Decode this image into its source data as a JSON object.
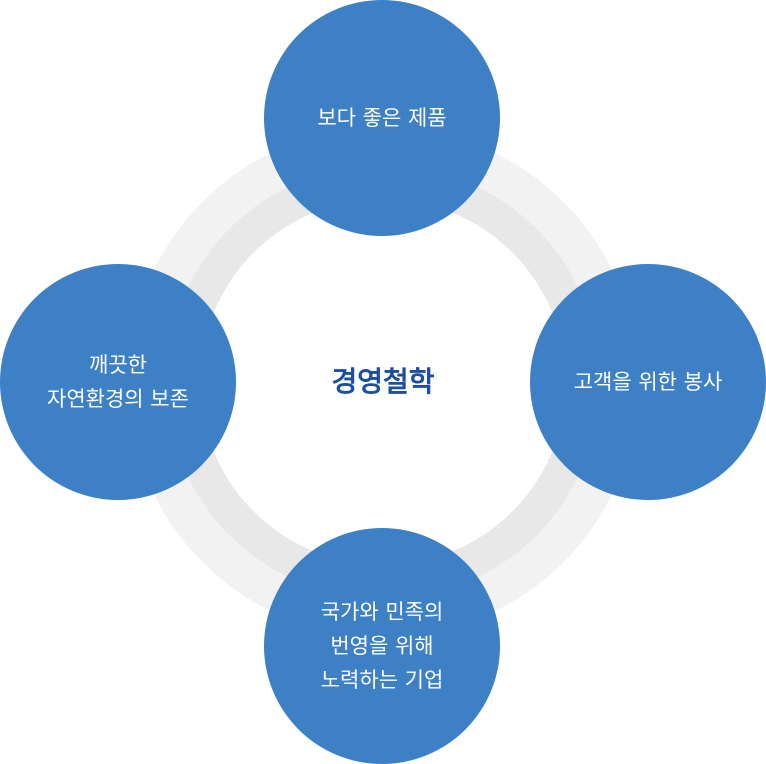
{
  "center": {
    "title": "경영철학"
  },
  "nodes": {
    "top": "보다 좋은 제품",
    "right": "고객을 위한 봉사",
    "bottom": "국가와 민족의\n번영을 위해\n노력하는 기업",
    "left": "깨끗한\n자연환경의 보존"
  },
  "colors": {
    "node_fill": "#3d80c6",
    "center_text": "#1d4fa0",
    "ring_outer": "#f2f2f2",
    "ring_inner": "#e8e8e8"
  }
}
